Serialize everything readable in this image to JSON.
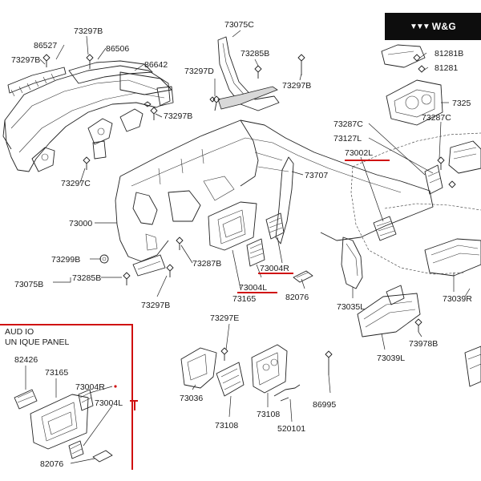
{
  "logo": {
    "mark": "▼▼▼",
    "text": "W&G"
  },
  "inset": {
    "title_line1": "AUD IO",
    "title_line2": "UN IQUE  PANEL"
  },
  "labels": {
    "p73297B_a": "73297B",
    "p86527": "86527",
    "p73297B_b": "73297B",
    "p86506": "86506",
    "p86642": "86642",
    "p73297B_c": "73297B",
    "p73297C": "73297C",
    "p73075C": "73075C",
    "p73285B_top": "73285B",
    "p73297D": "73297D",
    "p73297B_d": "73297B",
    "p73707": "73707",
    "p73000": "73000",
    "p73299B": "73299B",
    "p73287B": "73287B",
    "p73285B": "73285B",
    "p73075B": "73075B",
    "p73297B_e": "73297B",
    "p73004R": "73004R",
    "p73004L": "73004L",
    "p73165": "73165",
    "p82076": "82076",
    "p73297E": "73297E",
    "p73036": "73036",
    "p73108_a": "73108",
    "p73108_b": "73108",
    "p86995": "86995",
    "p520101": "520101",
    "p81281B": "81281B",
    "p81281": "81281",
    "p7325": "7325",
    "p73287C_a": "73287C",
    "p73127L": "73127L",
    "p73287C_b": "73287C",
    "p73002L": "73002L",
    "p73035L": "73035L",
    "p73039R": "73039R",
    "p73978B": "73978B",
    "p73039L": "73039L",
    "i82426": "82426",
    "i73165": "73165",
    "i73004R": "73004R",
    "i73004L": "73004L",
    "i82076": "82076"
  }
}
